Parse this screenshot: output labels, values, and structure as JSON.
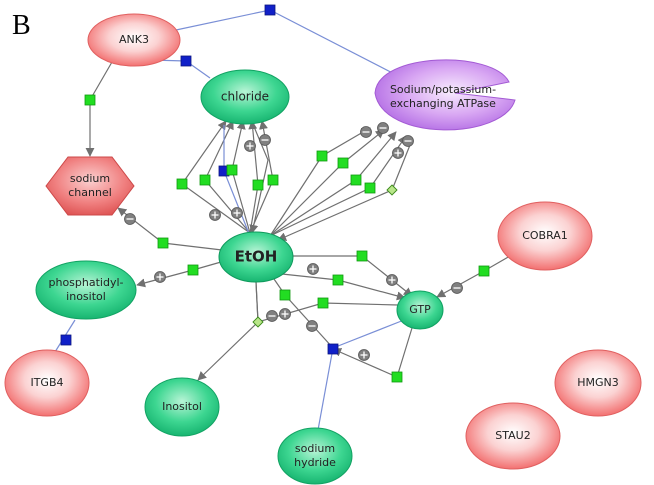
{
  "panel_label": "B",
  "nodes": [
    {
      "id": "ank3",
      "label": [
        "ANK3"
      ],
      "kind": "gene"
    },
    {
      "id": "chloride",
      "label": [
        "chloride"
      ],
      "kind": "compound"
    },
    {
      "id": "atpase",
      "label": [
        "Sodium/potassium-",
        "exchanging ATPase"
      ],
      "kind": "enzyme"
    },
    {
      "id": "sodium_channel",
      "label": [
        "sodium",
        "channel"
      ],
      "kind": "channel"
    },
    {
      "id": "etoh",
      "label": [
        "EtOH"
      ],
      "kind": "hub"
    },
    {
      "id": "cobra1",
      "label": [
        "COBRA1"
      ],
      "kind": "gene"
    },
    {
      "id": "phosphatidylinositol",
      "label": [
        "phosphatidyl-",
        "inositol"
      ],
      "kind": "compound"
    },
    {
      "id": "gtp",
      "label": [
        "GTP"
      ],
      "kind": "compound"
    },
    {
      "id": "itgb4",
      "label": [
        "ITGB4"
      ],
      "kind": "gene"
    },
    {
      "id": "inositol",
      "label": [
        "Inositol"
      ],
      "kind": "compound"
    },
    {
      "id": "hmgn3",
      "label": [
        "HMGN3"
      ],
      "kind": "gene"
    },
    {
      "id": "stau2",
      "label": [
        "STAU2"
      ],
      "kind": "gene"
    },
    {
      "id": "sodium_hydride",
      "label": [
        "sodium",
        "hydride"
      ],
      "kind": "compound"
    }
  ],
  "colors": {
    "gene": "#f46b6b",
    "compound": "#1fc27e",
    "enzyme": "#c07be8",
    "channel": "#e86060",
    "edge": "#707070",
    "blue_edge": "#7a8fd6",
    "green_box": "#22dd22",
    "blue_box": "#1020c8",
    "symbol": "#808080"
  }
}
